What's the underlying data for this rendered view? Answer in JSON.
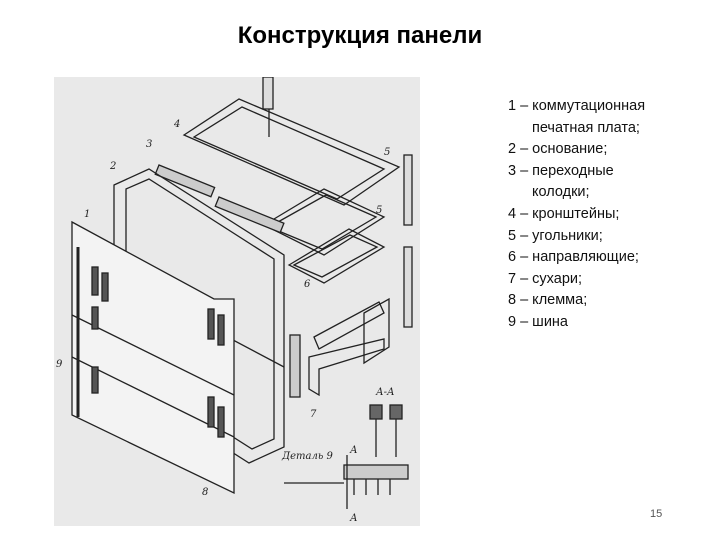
{
  "slide": {
    "title": "Конструкция панели",
    "legend": [
      "1 – коммутационная",
      "печатная плата;",
      "2 – основание;",
      "3 – переходные",
      "колодки;",
      "4 – кронштейны;",
      "5 – угольники;",
      "6 – направляющие;",
      "7 – сухари;",
      "8 – клемма;",
      "9 – шина"
    ],
    "page_number": "15"
  },
  "figure": {
    "labels": {
      "n1": "1",
      "n2": "2",
      "n3": "3",
      "n4": "4",
      "n5a": "5",
      "n5b": "5",
      "n6": "6",
      "n7": "7",
      "n8": "8",
      "n9": "9",
      "section_top": "А-А",
      "detail": "Деталь 9",
      "arrow_a_top": "А",
      "arrow_a_bottom": "А"
    }
  }
}
